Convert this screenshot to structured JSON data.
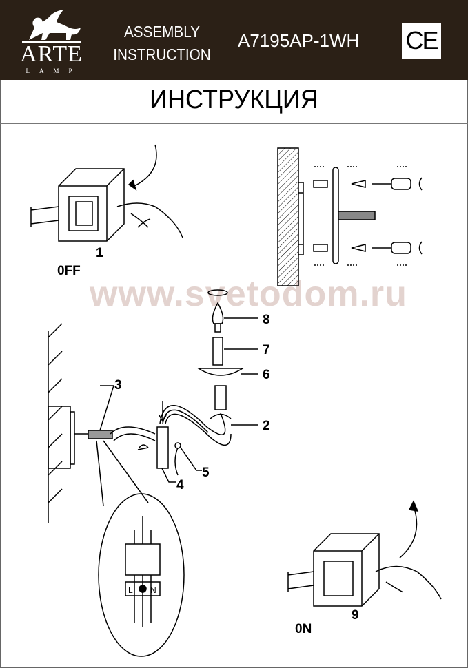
{
  "header": {
    "logo_text": "ARTE",
    "logo_subtext": "LAMP",
    "title_line1": "ASSEMBLY",
    "title_line2": "INSTRUCTION",
    "model": "A7195AP-1WH",
    "ce_mark": "CE"
  },
  "page_title": "ИНСТРУКЦИЯ",
  "watermark": "www.svetodom.ru",
  "steps": {
    "step1_number": "1",
    "step1_state": "0FF",
    "step9_number": "9",
    "step9_state": "0N"
  },
  "parts": {
    "p2": "2",
    "p3": "3",
    "p4": "4",
    "p5": "5",
    "p6": "6",
    "p7": "7",
    "p8": "8"
  },
  "wiring": {
    "live": "L",
    "neutral": "N"
  }
}
